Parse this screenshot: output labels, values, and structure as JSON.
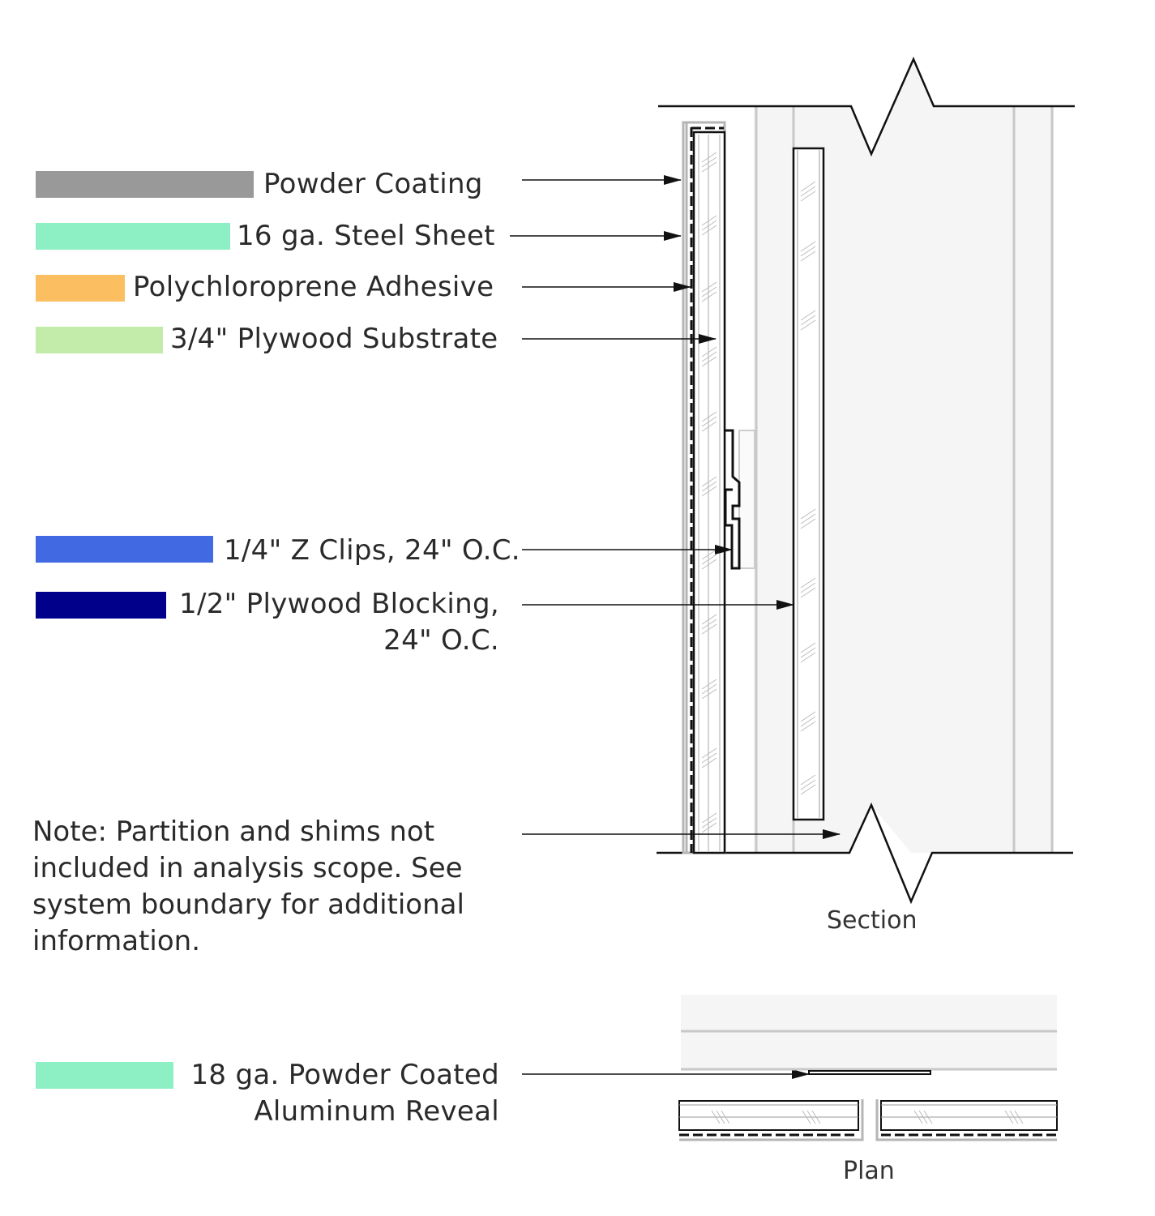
{
  "legend": [
    {
      "id": "powder-coating",
      "label": "Powder Coating",
      "color": "#999999"
    },
    {
      "id": "steel-sheet",
      "label": "16 ga. Steel Sheet",
      "color": "#8cf0c4"
    },
    {
      "id": "adhesive",
      "label": "Polychloroprene Adhesive",
      "color": "#fbbf62"
    },
    {
      "id": "plywood-substrate",
      "label": "3/4\" Plywood Substrate",
      "color": "#c3ebaa"
    },
    {
      "id": "z-clips",
      "label": "1/4\" Z Clips, 24\" O.C.",
      "color": "#4169e1"
    },
    {
      "id": "plywood-blocking",
      "label_line1": "1/2\" Plywood Blocking,",
      "label_line2": "24\" O.C.",
      "color": "#00008b"
    },
    {
      "id": "aluminum-reveal",
      "label_line1": "18 ga. Powder Coated",
      "label_line2": "Aluminum Reveal",
      "color": "#8cf0c4"
    }
  ],
  "note": "Note: Partition and shims not included in analysis scope. See system boundary for additional information.",
  "captions": {
    "section": "Section",
    "plan": "Plan"
  }
}
